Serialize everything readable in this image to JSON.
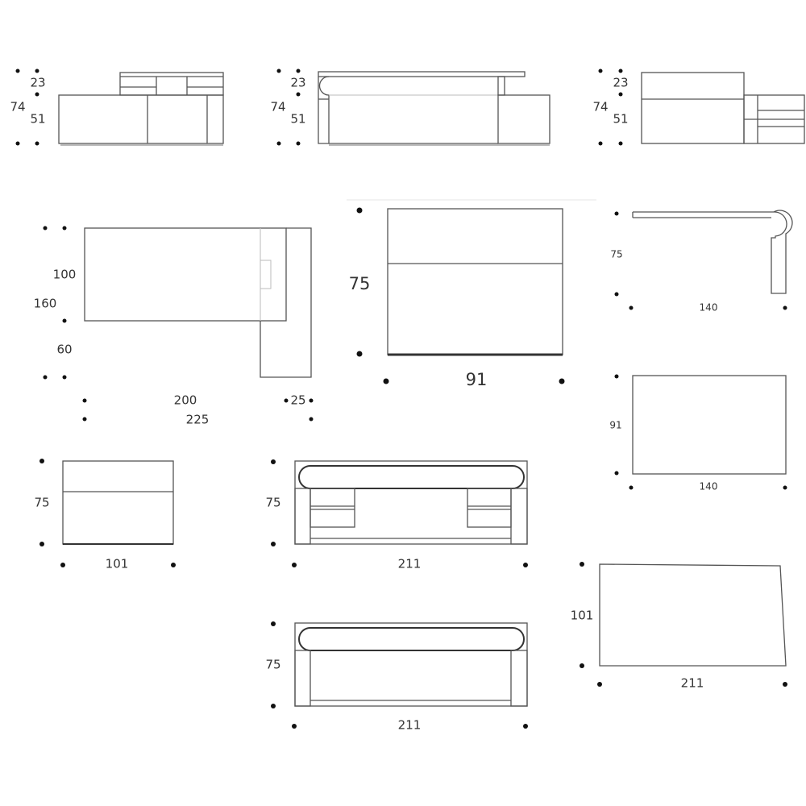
{
  "views": {
    "elevation_a": {
      "top": "23",
      "total": "74",
      "base": "51"
    },
    "elevation_b": {
      "top": "23",
      "total": "74",
      "base": "51"
    },
    "elevation_c": {
      "top": "23",
      "total": "74",
      "base": "51"
    },
    "plan_l_desk": {
      "depth_main": "100",
      "depth_total": "160",
      "depth_return": "60",
      "width_main": "200",
      "width_return": "25",
      "width_total": "225"
    },
    "side_view": {
      "height": "75",
      "width": "91"
    },
    "side_profile": {
      "height": "75",
      "width": "140"
    },
    "top_plan_small": {
      "depth": "91",
      "width": "140"
    },
    "side_small": {
      "height": "75",
      "width": "101"
    },
    "front_drawers": {
      "height": "75",
      "width": "211"
    },
    "front_plain": {
      "height": "75",
      "width": "211"
    },
    "top_plan_large": {
      "depth": "101",
      "width": "211"
    }
  }
}
